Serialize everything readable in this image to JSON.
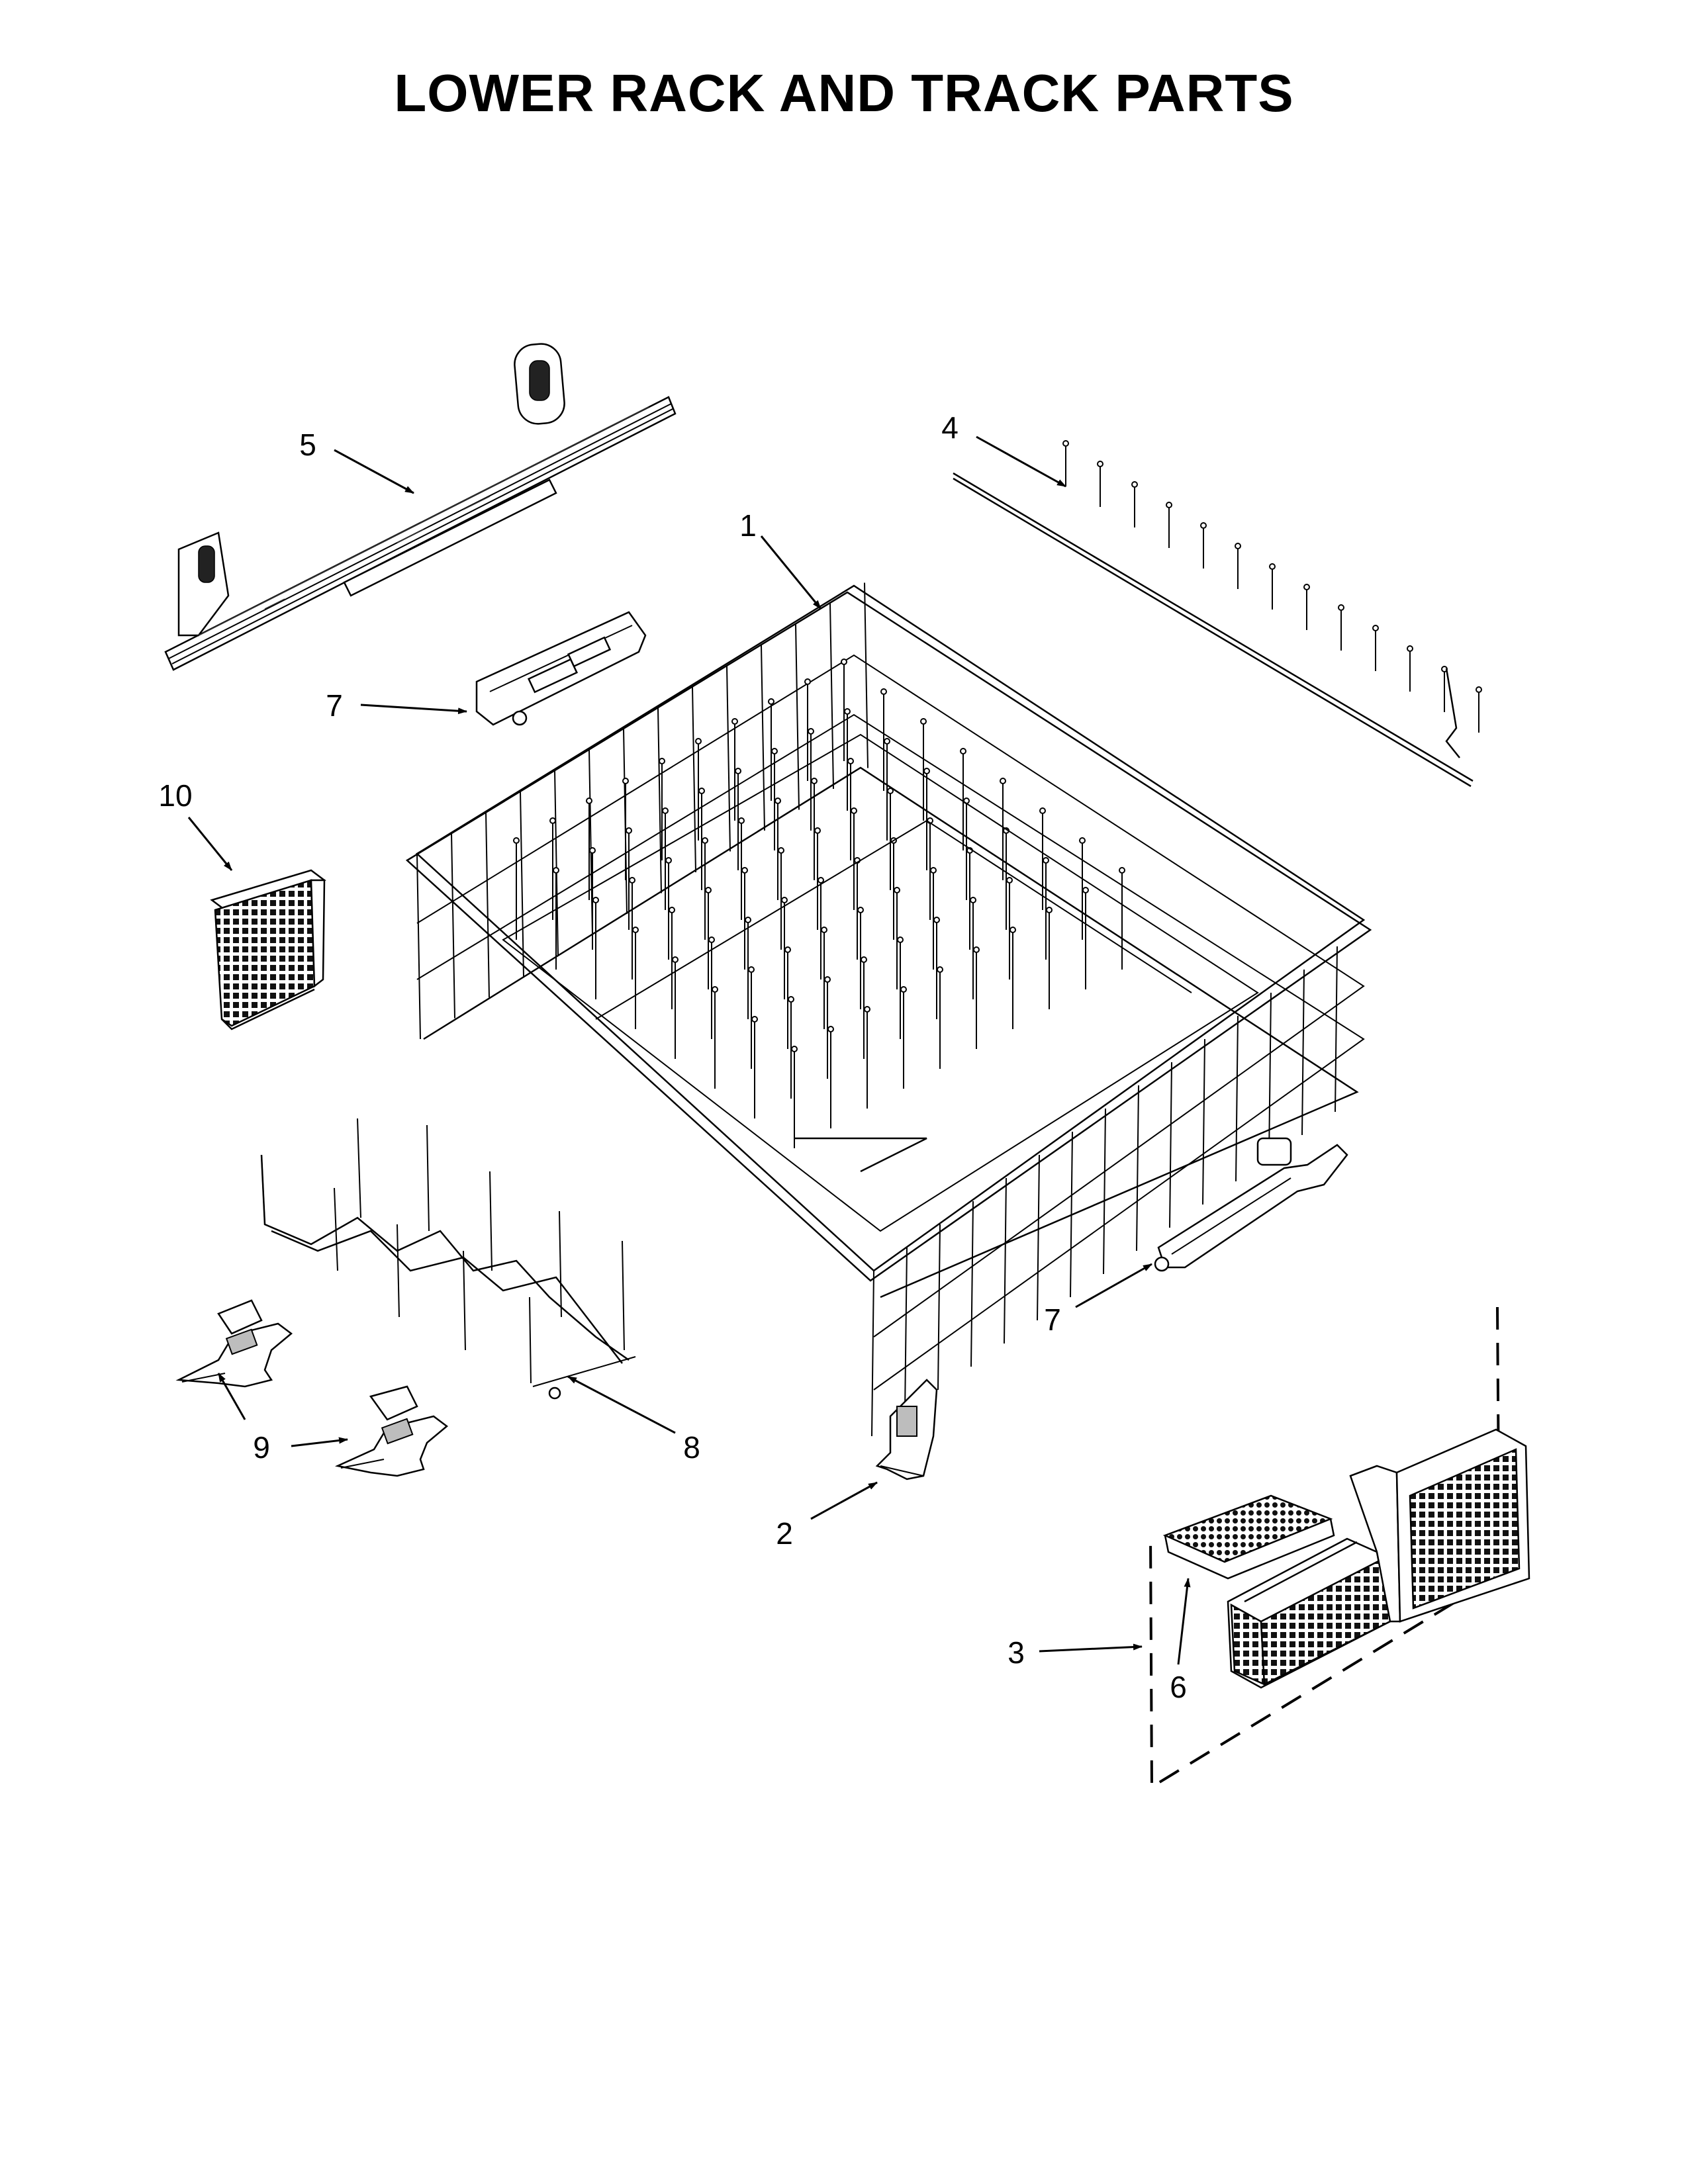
{
  "title": "LOWER RACK AND TRACK PARTS",
  "callouts": {
    "c1": "1",
    "c2": "2",
    "c3": "3",
    "c4": "4",
    "c5": "5",
    "c6": "6",
    "c7a": "7",
    "c7b": "7",
    "c8": "8",
    "c9": "9",
    "c10": "10"
  }
}
